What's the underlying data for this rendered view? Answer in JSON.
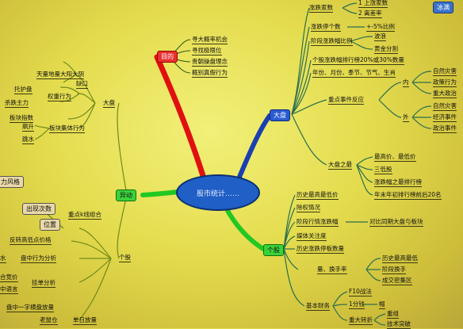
{
  "center": "股市统计……",
  "branches": {
    "purpose": "目的",
    "market": "大盘",
    "anomaly": "异动",
    "stock": "个股"
  },
  "purpose_items": [
    "寻大概率机会",
    "寻找极限位",
    "贵朝操盘理念",
    "概别真假行为"
  ],
  "market_items": {
    "a": "涨跌家数",
    "a1": "1 上涨家数",
    "a2": "2 离差率",
    "b": "涨跌停个数",
    "b1": "+-5%比例",
    "c": "阶段涨跌幅比例",
    "c1": "波浪",
    "c2": "黄金分割",
    "d": "个股涨跌幅排行榜20%或30%数量",
    "e": "年份、月份、季节、节气、生肖",
    "events": "重点事件反应",
    "inner": "内",
    "outer": "外",
    "in1": "自然灾害",
    "in2": "政策行为",
    "in3": "重大政治",
    "out1": "自然灾害",
    "out2": "经济事件",
    "out3": "政治事件",
    "top": "大盘之最",
    "top1": "最高价、最低价",
    "top2": "三低股",
    "top3": "涨跌幅之最排行榜",
    "top4": "年末年初排行榜前后20名",
    "corner": "冰满"
  },
  "anomaly_items": {
    "big": "大盘",
    "b1": "天量地量大阳大阴",
    "b2": "缺口",
    "b3": "权重行为",
    "b3a": "托护盘",
    "b3b": "杀跌主力",
    "b4": "板块指数",
    "b5": "板块集体行为",
    "b5a": "飙升",
    "b5b": "跳水",
    "left1": "力风格",
    "left2": "出现次数",
    "left3": "位置",
    "combo": "重点k线组合",
    "s": "个股",
    "s1": "反转高低点价格",
    "s2": "水",
    "s3": "盘中行为分析",
    "s4": "合竞价",
    "s5": "中语言",
    "s6": "挂单分析",
    "s7": "盘中一字横盘放量",
    "s8": "老鼠仓",
    "s9": "单日放量"
  },
  "stock_items": {
    "a": "历史最高最低价",
    "b": "除权情况",
    "c": "阶段行情涨跌幅",
    "c1": "对比同期大盘与板块",
    "d": "媒体关注度",
    "e": "历史涨跌停板数量",
    "f": "量、换手率",
    "f1": "历史最高最低",
    "f2": "阶段换手",
    "f3": "成交密集区",
    "g": "基本财务",
    "g1": "F10战法",
    "g2": "1分钱",
    "g3": "帽",
    "g4": "重组",
    "g5": "重大转折",
    "g6": "技术突破"
  }
}
